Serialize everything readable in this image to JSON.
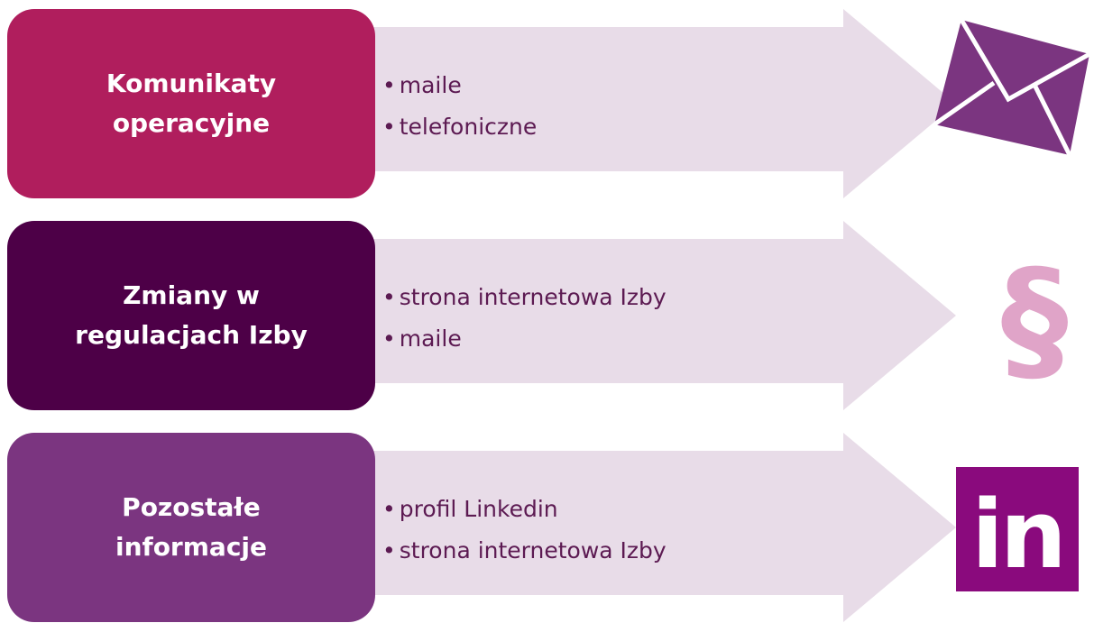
{
  "rows": [
    {
      "title_line1": "Komunikaty",
      "title_line2": "operacyjne",
      "bullets": [
        "maile",
        "telefoniczne"
      ],
      "box_color": "#b01e5d",
      "icon": "envelope-icon"
    },
    {
      "title_line1": "Zmiany w",
      "title_line2": "regulacjach Izby",
      "bullets": [
        "strona internetowa Izby",
        "maile"
      ],
      "box_color": "#4d0047",
      "icon": "section-sign-icon",
      "icon_glyph": "§"
    },
    {
      "title_line1": "Pozostałe",
      "title_line2": "informacje",
      "bullets": [
        "profil Linkedin",
        "strona internetowa Izby"
      ],
      "box_color": "#7b3580",
      "icon": "linkedin-icon",
      "icon_glyph": "in"
    }
  ],
  "colors": {
    "arrow_fill": "#e8dce8",
    "bullet_text": "#5c1a52",
    "envelope": "#7b3580",
    "section_sign": "#e0a4c8",
    "linkedin_bg": "#8a0a7d"
  }
}
